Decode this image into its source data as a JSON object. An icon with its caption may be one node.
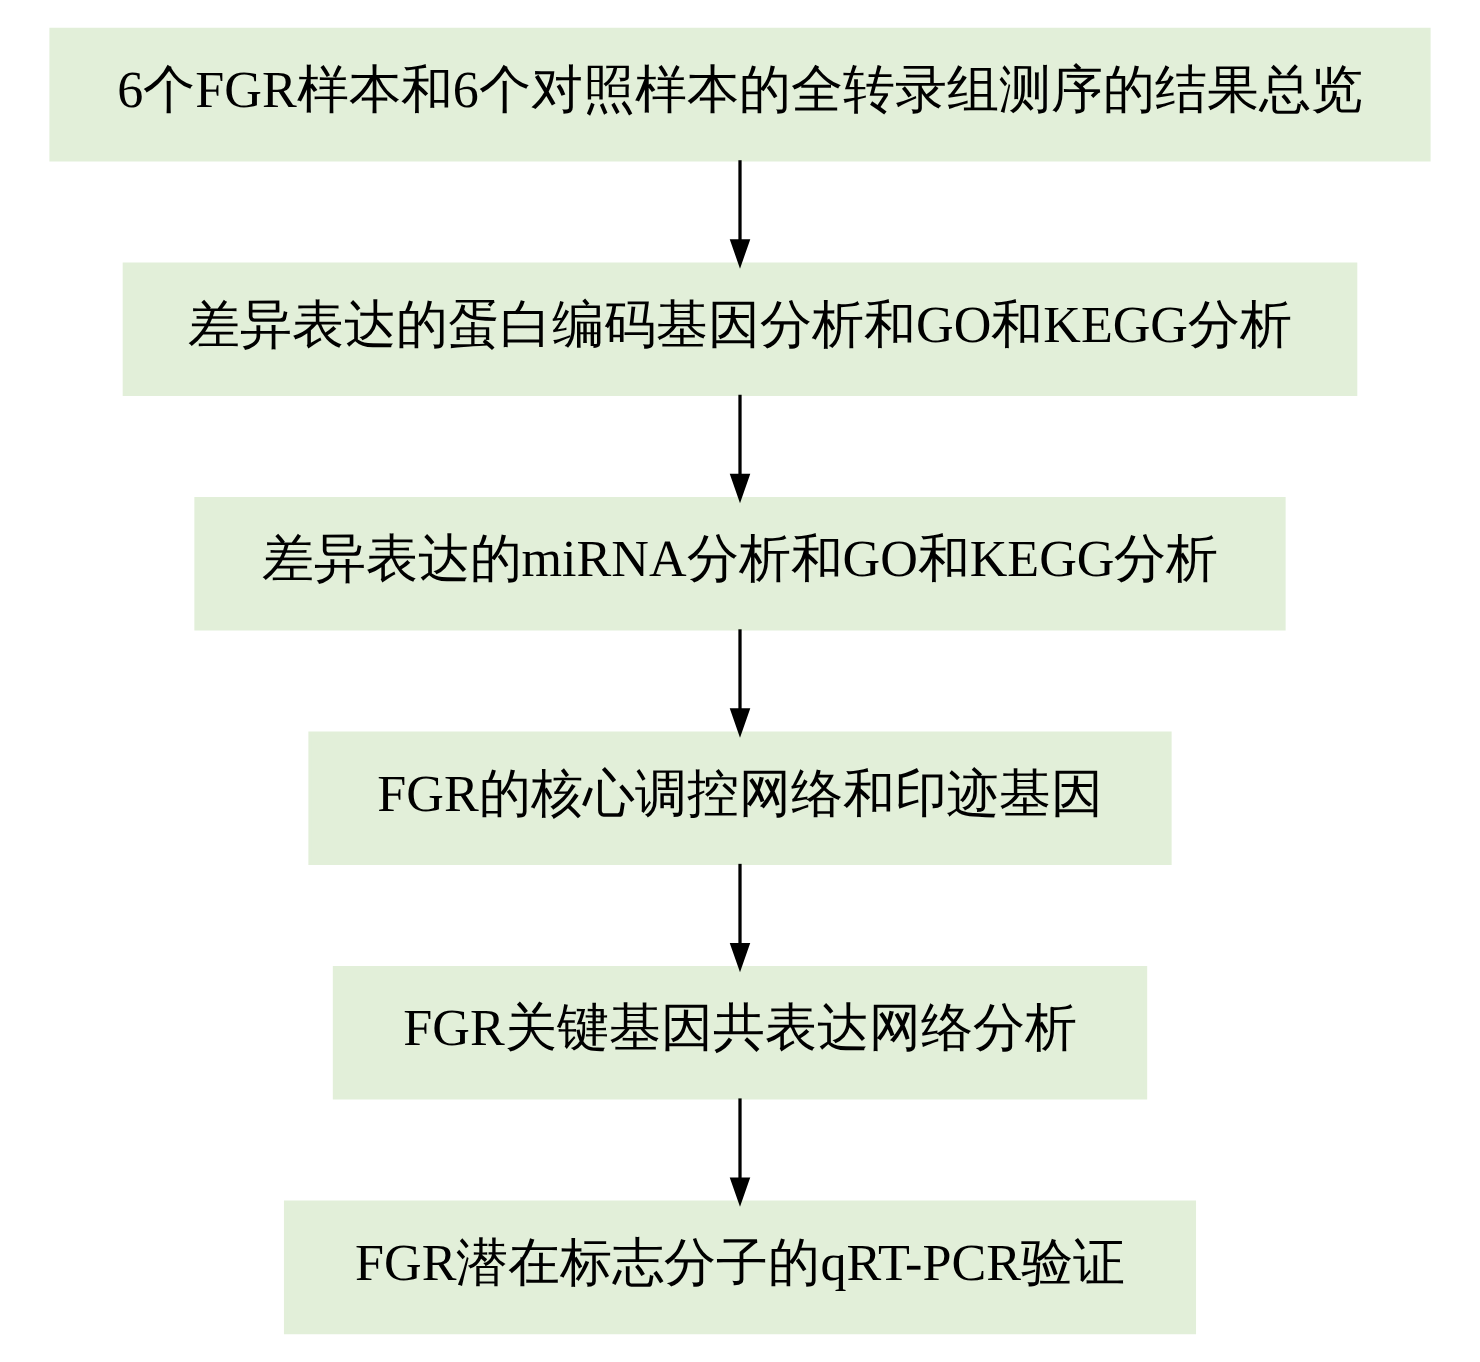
{
  "diagram": {
    "nodes": [
      {
        "text": [
          "6个FGR样本和6个对照样本的全转录组测序的结果总览"
        ]
      },
      {
        "text": [
          "差异表达的蛋白编码基因分析和GO和KEGG分析"
        ]
      },
      {
        "text": [
          "差异表达的miRNA分析和GO和KEGG分析"
        ]
      },
      {
        "text": [
          "FGR的核心调控网络和印迹基因"
        ]
      },
      {
        "text": [
          "FGR关键基因共表达网络分析"
        ]
      },
      {
        "text": [
          "FGR潜在标志分子的qRT-PCR验证"
        ]
      }
    ],
    "edges": [
      {
        "from": 0,
        "to": 1,
        "arrow": "to"
      },
      {
        "from": 1,
        "to": 2,
        "arrow": "to"
      },
      {
        "from": 2,
        "to": 3,
        "arrow": "to"
      },
      {
        "from": 3,
        "to": 4,
        "arrow": "to"
      },
      {
        "from": 4,
        "to": 5,
        "arrow": "to"
      }
    ]
  }
}
